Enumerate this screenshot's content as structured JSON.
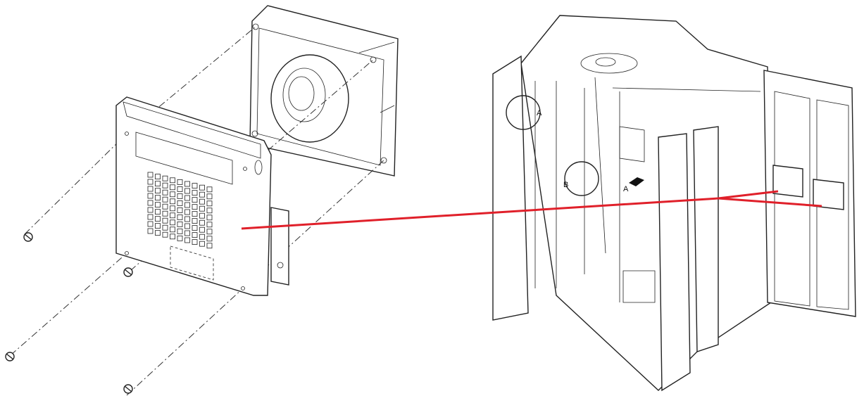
{
  "callouts": {
    "detail_a_top": "A",
    "detail_b": "B",
    "arrow_a": "A"
  },
  "colors": {
    "leader_line": "#e0202a",
    "line_art": "#222222"
  }
}
